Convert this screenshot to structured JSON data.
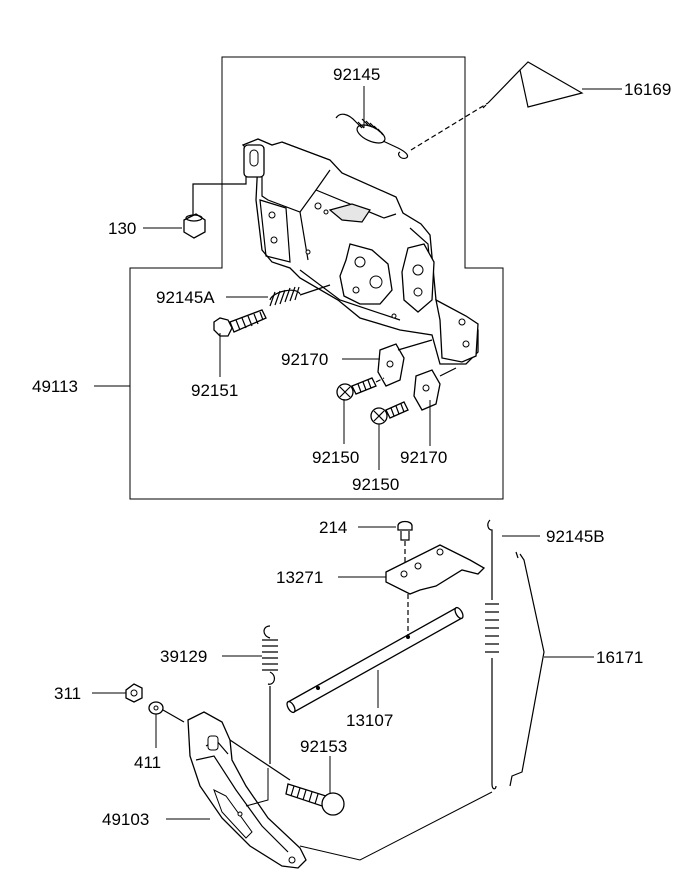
{
  "labels": {
    "p92145": "92145",
    "p16169": "16169",
    "p130": "130",
    "p92145A": "92145A",
    "p92170a": "92170",
    "p49113": "49113",
    "p92151": "92151",
    "p92150a": "92150",
    "p92170b": "92170",
    "p92150b": "92150",
    "p214": "214",
    "p92145B": "92145B",
    "p13271": "13271",
    "p39129": "39129",
    "p16171": "16171",
    "p311": "311",
    "p13107": "13107",
    "p411": "411",
    "p92153": "92153",
    "p49103": "49103"
  }
}
